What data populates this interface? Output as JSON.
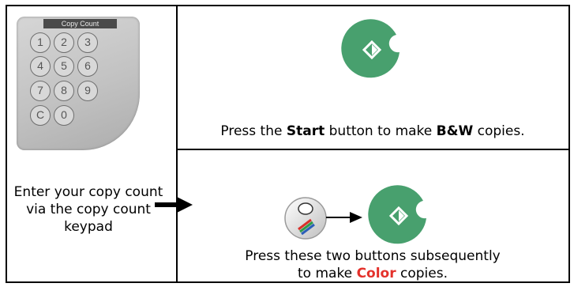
{
  "keypad": {
    "label": "Copy Count",
    "keys": [
      "1",
      "2",
      "3",
      "4",
      "5",
      "6",
      "7",
      "8",
      "9",
      "C",
      "0"
    ]
  },
  "left_panel": {
    "instruction": "Enter your copy count via the copy count keypad"
  },
  "bw_panel": {
    "text_before": "Press the ",
    "start_word": "Start",
    "text_middle": " button to make ",
    "bw_word": "B&W",
    "text_after": " copies."
  },
  "color_panel": {
    "line1": "Press these two buttons subsequently",
    "line2_before": "to make ",
    "color_word": "Color",
    "line2_after": " copies."
  },
  "colors": {
    "start_button": "#48a06e",
    "color_word": "#e4312b"
  }
}
